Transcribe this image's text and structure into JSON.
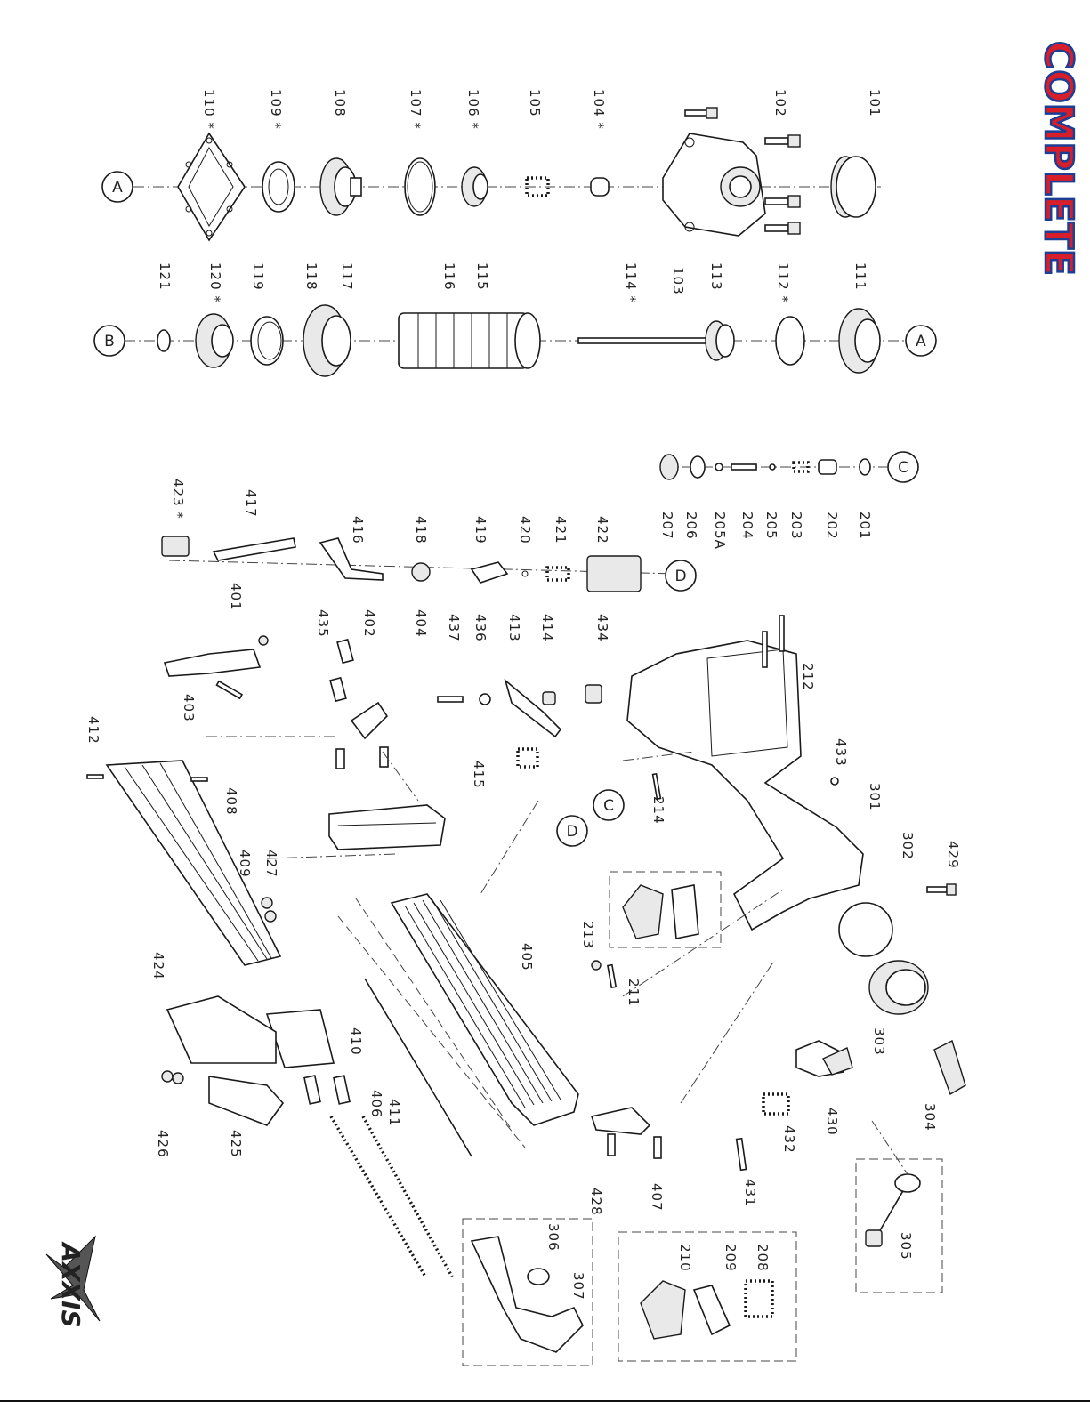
{
  "brand": {
    "logo_text": "COMPLETE",
    "logo_color": "#d81e2a",
    "logo_outline": "#1c3f94"
  },
  "series_logo": {
    "text": "AXXIS",
    "color": "#222222"
  },
  "sections": {
    "A": "A",
    "B": "B",
    "C": "C",
    "D": "D"
  },
  "parts": [
    "101",
    "102",
    "103",
    "104 *",
    "105",
    "106 *",
    "107 *",
    "108",
    "109 *",
    "110 *",
    "111",
    "112 *",
    "113",
    "114 *",
    "115",
    "116",
    "117",
    "118",
    "119",
    "120 *",
    "121",
    "201",
    "202",
    "203",
    "205",
    "204",
    "205A",
    "206",
    "207",
    "208",
    "209",
    "210",
    "211",
    "212",
    "213",
    "214",
    "301",
    "302",
    "303",
    "304",
    "305",
    "306",
    "307",
    "401",
    "402",
    "403",
    "404",
    "405",
    "406",
    "407",
    "408",
    "409",
    "410",
    "411",
    "412",
    "413",
    "414",
    "415",
    "416",
    "417",
    "418",
    "419",
    "420",
    "421",
    "422",
    "423 *",
    "424",
    "425",
    "426",
    "427",
    "428",
    "429",
    "430",
    "431",
    "432",
    "433",
    "434",
    "435",
    "436",
    "437"
  ]
}
